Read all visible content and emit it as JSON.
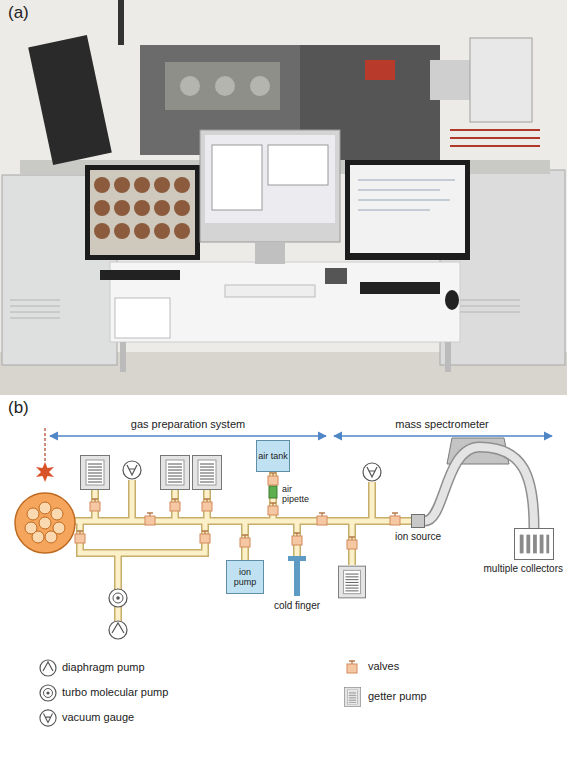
{
  "diagram": {
    "nodes": [
      {
        "text": [
          "air tank"
        ]
      },
      {
        "text": [
          "ion pump"
        ]
      },
      {
        "text": [
          "cold finger"
        ]
      },
      {
        "text": [
          "ion source"
        ]
      },
      {
        "text": [
          "multiple collectors"
        ]
      }
    ],
    "edges": [
      {
        "from": 3,
        "to": 4,
        "arrow": "none"
      }
    ],
    "labels": [
      "(a)",
      "(b)",
      "gas preparation system",
      "mass spectrometer",
      "air pipette"
    ],
    "legend": [
      {
        "text": "diaphragm pump"
      },
      {
        "text": "turbo molecular pump"
      },
      {
        "text": "vacuum gauge"
      },
      {
        "text": "valves"
      },
      {
        "text": "getter pump"
      }
    ]
  }
}
